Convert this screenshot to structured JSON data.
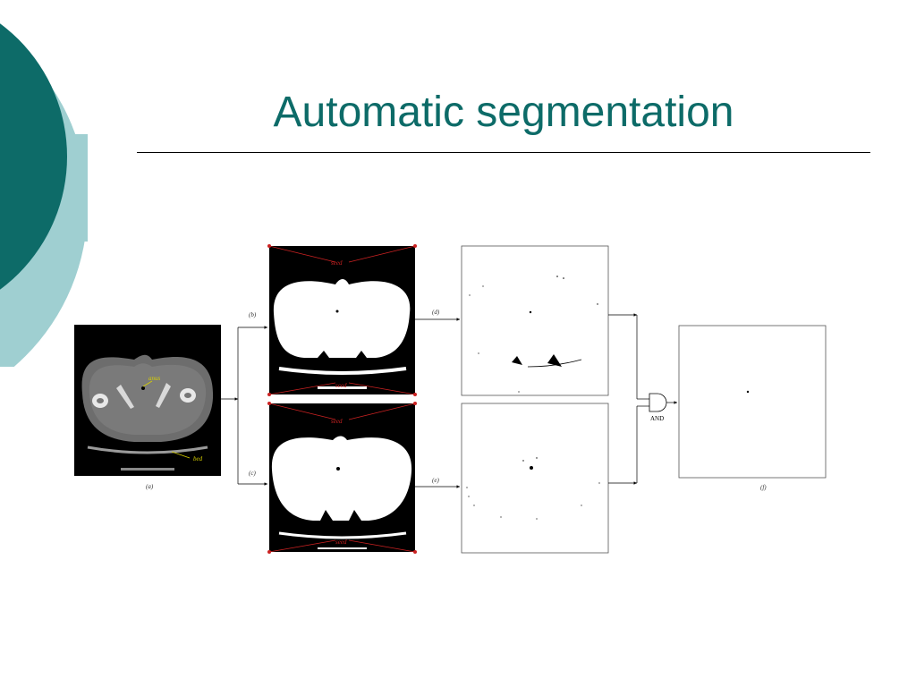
{
  "slide": {
    "title": "Automatic segmentation",
    "accent_color": "#0d6b68",
    "accent_light_color": "#9fcfd1"
  },
  "diagram": {
    "captions": {
      "a": "(a)",
      "b": "(b)",
      "c": "(c)",
      "d": "(d)",
      "e": "(e)",
      "f": "(f)"
    },
    "annotations": {
      "anus": "anus",
      "bed": "bed"
    },
    "seed_label": "seed",
    "gate_label": "AND"
  }
}
